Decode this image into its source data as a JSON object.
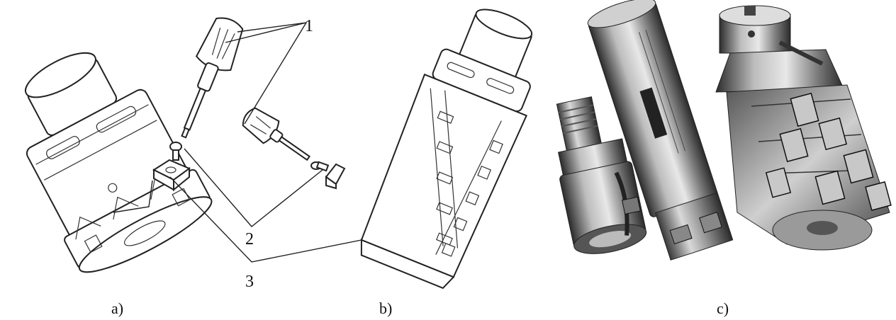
{
  "panels": [
    {
      "label": "a)"
    },
    {
      "label": "b)"
    },
    {
      "label": "c)"
    }
  ],
  "callouts": [
    "1",
    "2",
    "3"
  ]
}
